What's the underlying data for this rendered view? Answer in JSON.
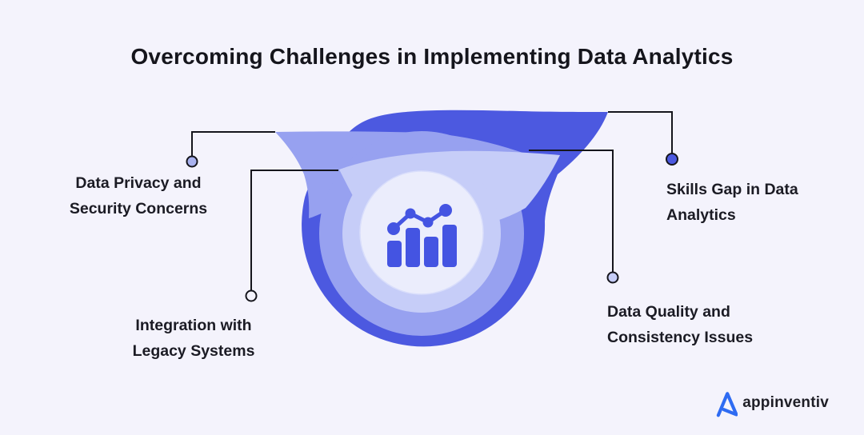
{
  "title": "Overcoming Challenges in Implementing Data Analytics",
  "challenges": [
    {
      "id": "data-privacy",
      "line1": "Data Privacy and",
      "line2": "Security Concerns",
      "position": "top-left",
      "dot_color": "#a9b2ef"
    },
    {
      "id": "legacy-integration",
      "line1": "Integration with",
      "line2": "Legacy Systems",
      "position": "bottom-left",
      "dot_color": "#f4f3fc"
    },
    {
      "id": "skills-gap",
      "line1": "Skills Gap in Data",
      "line2": "Analytics",
      "position": "top-right",
      "dot_color": "#4c59e0"
    },
    {
      "id": "data-quality",
      "line1": "Data Quality and",
      "line2": "Consistency Issues",
      "position": "bottom-right",
      "dot_color": "#c6cdf8"
    }
  ],
  "center_icon": "bar-chart-trend-icon",
  "logo": {
    "text": "appinventiv",
    "mark_color": "#2e6bf2"
  },
  "colors": {
    "background": "#f4f3fc",
    "primary_blue": "#4c59e0",
    "medium_blue": "#97a1f0",
    "pale_blue": "#c6cdf8",
    "inner_circle_fill": "#ebedfc",
    "icon_blue": "#4454e2",
    "text_dark": "#1b1b24"
  }
}
